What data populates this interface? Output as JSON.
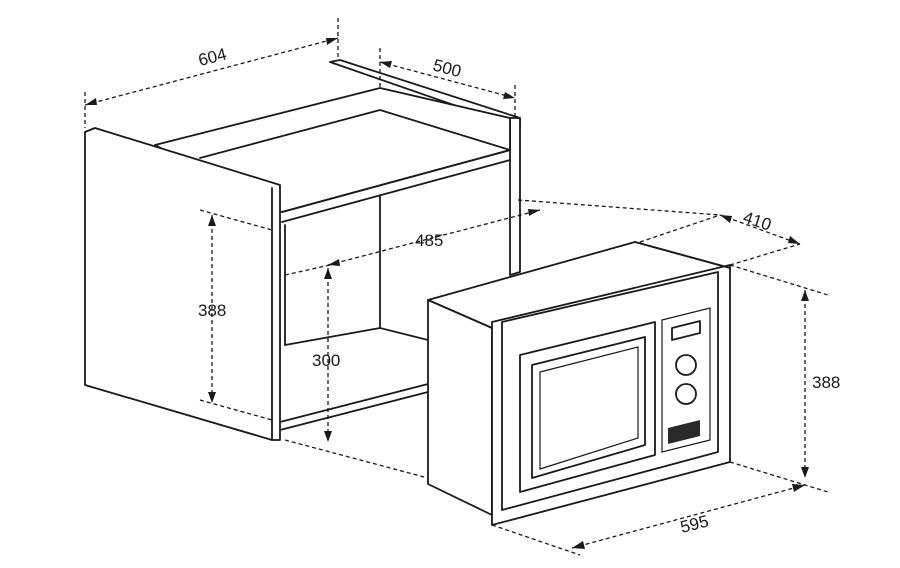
{
  "dimensions": {
    "cabinet_width": "604",
    "cabinet_depth": "500",
    "cabinet_height": "388",
    "opening_width": "485",
    "opening_height": "300",
    "oven_depth": "410",
    "oven_width": "595",
    "oven_height": "388"
  },
  "colors": {
    "line": "#1a1a1a",
    "background": "#ffffff"
  }
}
